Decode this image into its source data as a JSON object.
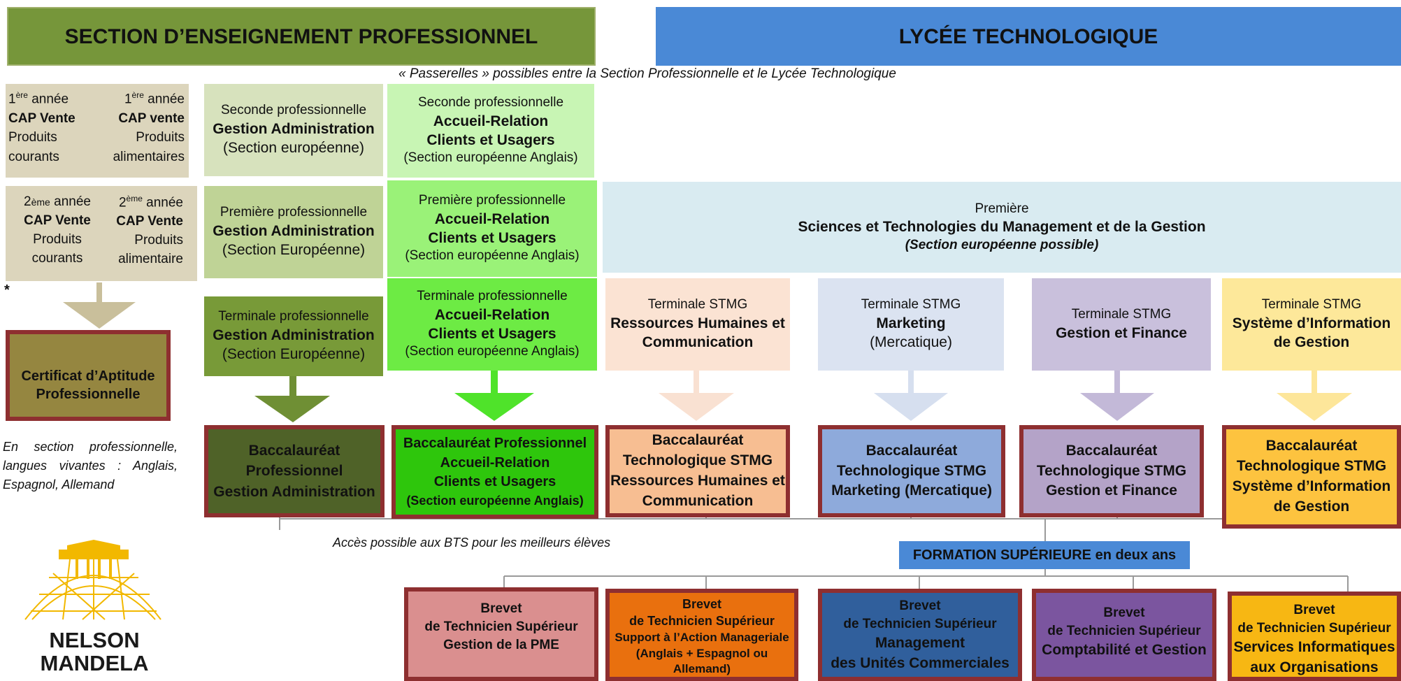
{
  "headers": {
    "professional": "SECTION D’ENSEIGNEMENT PROFESSIONNEL",
    "technological": "LYCÉE TECHNOLOGIQUE",
    "passerelles_note": "« Passerelles » possibles entre la Section Professionnelle et le Lycée Technologique"
  },
  "cap": {
    "first_year_left": {
      "ordinal": "1",
      "sup": "ère",
      "annee": " année",
      "title": "CAP Vente",
      "line1": "Produits",
      "line2": "courants"
    },
    "first_year_right": {
      "ordinal": "1",
      "sup": "ère",
      "annee": " année",
      "title": "CAP  vente",
      "line1": "Produits",
      "line2": "alimentaires"
    },
    "second_year_left": {
      "ordinal": "2",
      "sub": "ème",
      "annee": " année",
      "title": "CAP Vente",
      "line1": "Produits",
      "line2": "courants"
    },
    "second_year_right": {
      "ordinal": "2",
      "sup": "ème",
      "annee": " année",
      "title": "CAP Vente",
      "line1": "Produits",
      "line2": "alimentaire"
    },
    "asterisk": "*",
    "certificate": {
      "line1": "Certificat d’Aptitude",
      "line2": "Professionnelle"
    },
    "languages_note": {
      "line1": "En section professionnelle,",
      "line2": "langues vivantes : Anglais,",
      "line3": "Espagnol, Allemand"
    }
  },
  "gestion_admin": {
    "seconde": {
      "line1": "Seconde professionnelle",
      "line2": "Gestion Administration",
      "line3": "(Section européenne)"
    },
    "premiere": {
      "line1": "Première professionnelle",
      "line2": "Gestion Administration",
      "line3": "(Section Européenne)"
    },
    "terminale": {
      "line1": "Terminale professionnelle",
      "line2": "Gestion  Administration",
      "line3": "(Section Européenne)"
    },
    "bac": {
      "line1": "Baccalauréat",
      "line2": "Professionnel",
      "line3": "Gestion Administration"
    }
  },
  "accueil": {
    "seconde": {
      "line1": "Seconde professionnelle",
      "line2": "Accueil-Relation",
      "line3": "Clients et Usagers",
      "line4": "(Section européenne Anglais)"
    },
    "premiere": {
      "line1": "Première professionnelle",
      "line2": "Accueil-Relation",
      "line3": "Clients et Usagers",
      "line4": "(Section européenne Anglais)"
    },
    "terminale": {
      "line1": "Terminale professionnelle",
      "line2": "Accueil-Relation",
      "line3": "Clients et Usagers",
      "line4": "(Section européenne Anglais)"
    },
    "bac": {
      "line1": "Baccalauréat  Professionnel",
      "line2": "Accueil-Relation",
      "line3": "Clients et Usagers",
      "line4": "(Section européenne Anglais)"
    }
  },
  "stmg_premiere": {
    "line1": "Première",
    "line2": "Sciences et Technologies du Management et de la Gestion",
    "line3": "(Section européenne possible)"
  },
  "terminales": [
    {
      "line1": "Terminale STMG",
      "line2": "Ressources Humaines et",
      "line3": "Communication",
      "color": "#fbe3d3",
      "arrow": "#f9e1d2"
    },
    {
      "line1": "Terminale STMG",
      "line2": "Marketing",
      "line3": "(Mercatique)",
      "color": "#dbe3f1",
      "arrow": "#d6dfef"
    },
    {
      "line1": "Terminale STMG",
      "line2": "Gestion et Finance",
      "line3": "",
      "color": "#c9c0dc",
      "arrow": "#c3b9d8"
    },
    {
      "line1": "Terminale STMG",
      "line2": "Système d’Information",
      "line3": "de Gestion",
      "color": "#fde89a",
      "arrow": "#fde69a"
    }
  ],
  "bac_stmg": [
    {
      "line1": "Baccalauréat",
      "line2": "Technologique STMG",
      "line3": "Ressources Humaines et",
      "line4": "Communication",
      "color": "#f7be92"
    },
    {
      "line1": "Baccalauréat",
      "line2": "Technologique STMG",
      "line3": "Marketing (Mercatique)",
      "line4": "",
      "color": "#8eaadb"
    },
    {
      "line1": "Baccalauréat",
      "line2": "Technologique STMG",
      "line3": "Gestion et Finance",
      "line4": "",
      "color": "#b4a3c8"
    },
    {
      "line1": "Baccalauréat",
      "line2": "Technologique STMG",
      "line3": "Système d’Information",
      "line4": "de Gestion",
      "color": "#fdc33f"
    }
  ],
  "bts_note": "Accès possible aux BTS pour les meilleurs élèves",
  "formation_superieure": "FORMATION SUPÉRIEURE en deux ans",
  "bts": [
    {
      "line1": "Brevet",
      "line2": "de Technicien Supérieur",
      "line3": "Gestion de la PME",
      "line4": "",
      "line5": "",
      "color": "#da8f8f"
    },
    {
      "line1": "Brevet",
      "line2": "de Technicien Supérieur",
      "line3": "Support à l’Action Manageriale",
      "line4": "(Anglais + Espagnol ou",
      "line5": "Allemand)",
      "color": "#e9700e"
    },
    {
      "line1": "Brevet",
      "line2": "de Technicien Supérieur",
      "line3": "Management",
      "line4": "des Unités Commerciales",
      "line5": "",
      "color": "#305f9c"
    },
    {
      "line1": "Brevet",
      "line2": "de Technicien Supérieur",
      "line3": "Comptabilité et  Gestion",
      "line4": "",
      "line5": "",
      "color": "#7b559f"
    },
    {
      "line1": "Brevet",
      "line2": "de Technicien Supérieur",
      "line3": "Services Informatiques",
      "line4": "aux Organisations",
      "line5": "",
      "color": "#f7b713"
    }
  ],
  "logo": {
    "line1": "NELSON",
    "line2": "MANDELA"
  },
  "colors": {
    "pro_header": "#76963a",
    "tech_header": "#4a89d6",
    "cap_box": "#dcd5bc",
    "cap_certificate": "#958640",
    "ga_seconde": "#d7e2bd",
    "ga_premiere": "#bfd396",
    "ga_terminale": "#789a38",
    "ga_bac": "#4f6228",
    "ac_seconde": "#c8f5b4",
    "ac_premiere": "#9af278",
    "ac_terminale": "#6deb44",
    "ac_bac": "#2ec60c",
    "stmg_premiere": "#d9ebf1",
    "border": "#8e2f30",
    "logo": "#f2b800"
  }
}
